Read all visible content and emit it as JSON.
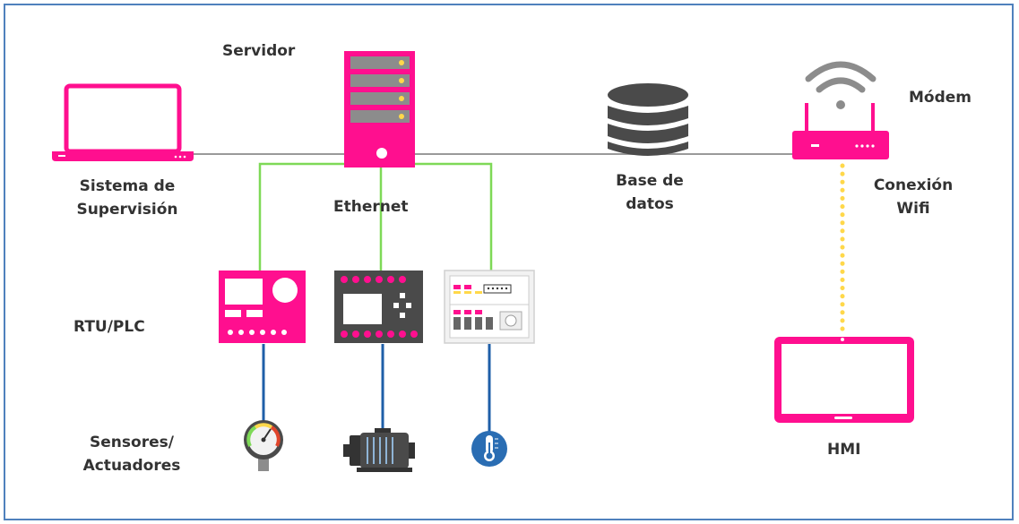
{
  "labels": {
    "servidor": "Servidor",
    "modem": "Módem",
    "sistema_line1": "Sistema de",
    "sistema_line2": "Supervisión",
    "ethernet": "Ethernet",
    "base_line1": "Base de",
    "base_line2": "datos",
    "conexion_line1": "Conexión",
    "conexion_line2": "Wifi",
    "rtu_plc": "RTU/PLC",
    "sensores_line1": "Sensores/",
    "sensores_line2": "Actuadores",
    "hmi": "HMI"
  },
  "colors": {
    "magenta": "#ff0f8f",
    "dark_gray": "#4a4a4a",
    "ethernet_line": "#7ed957",
    "field_line": "#1f5fa8",
    "wifi_dots": "#ffd84a",
    "server_slot": "#8c8c8c",
    "server_led": "#ffd84a",
    "frame_border": "#4f81bd",
    "label_text": "#333333"
  },
  "icons": [
    "laptop-icon",
    "server-icon",
    "database-icon",
    "wifi-icon",
    "router-icon",
    "rtu-icon",
    "plc-icon",
    "electrical-panel-icon",
    "pressure-gauge-icon",
    "motor-icon",
    "thermometer-icon",
    "tablet-icon"
  ]
}
